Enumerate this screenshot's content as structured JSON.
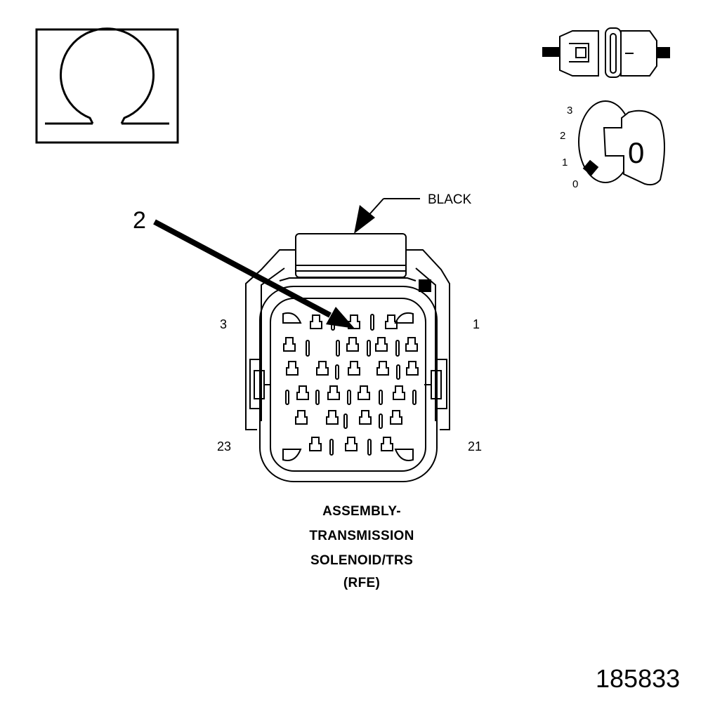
{
  "ohm_symbol": {
    "icon": "ohm-icon"
  },
  "connector_icon": {
    "icon": "connector-icon"
  },
  "ignition_icon": {
    "icon": "ignition-key-icon",
    "positions": [
      "3",
      "2",
      "1",
      "0"
    ],
    "key_label": "0"
  },
  "connector": {
    "color_label": "BLACK",
    "callout": "2",
    "pins": {
      "top_left": "3",
      "top_right": "1",
      "bottom_left": "23",
      "bottom_right": "21"
    }
  },
  "title": {
    "lines": [
      "ASSEMBLY-",
      "TRANSMISSION",
      "SOLENOID/TRS",
      "(RFE)"
    ]
  },
  "figure_id": "185833"
}
